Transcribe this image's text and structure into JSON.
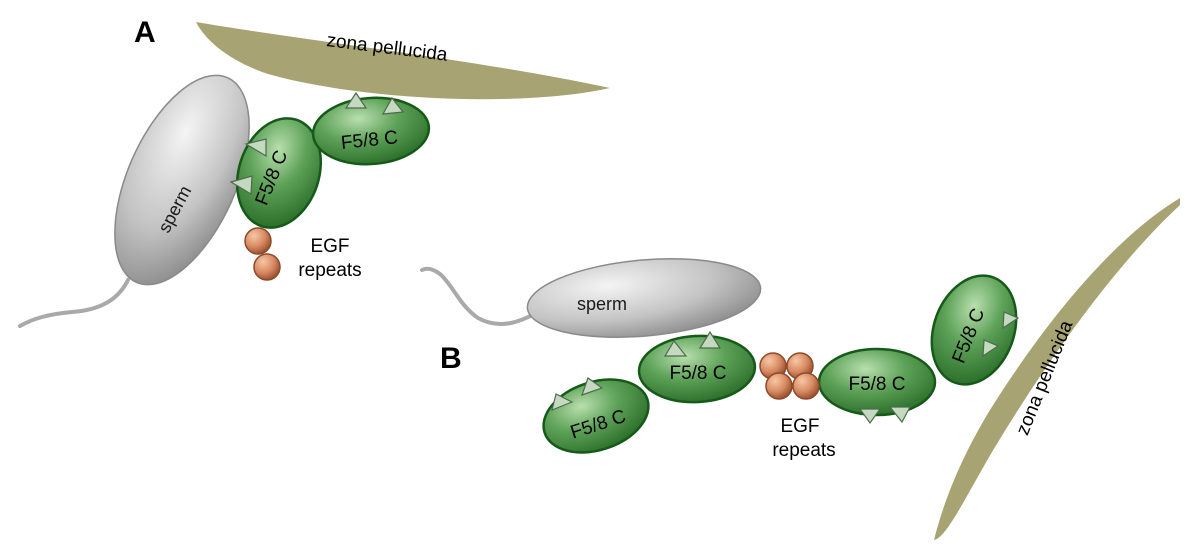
{
  "panels": [
    {
      "label": "A",
      "sperm": "sperm",
      "zona": "zona pellucida",
      "domains": [
        "F5/8 C",
        "F5/8 C"
      ],
      "egf": [
        "EGF",
        "repeats"
      ]
    },
    {
      "label": "B",
      "sperm": "sperm",
      "zona": "zona pellucida",
      "domains": [
        "F5/8 C",
        "F5/8 C",
        "F5/8 C",
        "F5/8 C"
      ],
      "egf": [
        "EGF",
        "repeats"
      ]
    }
  ],
  "colors": {
    "domain_fill": "#3f8f3c",
    "domain_stroke": "#155a18",
    "egf_fill": "#d5865e",
    "egf_stroke": "#8e4a2a",
    "sperm_fill": "#bfbfbf",
    "zona_fill": "#a8a372",
    "tail_stroke": "#a9a9a9"
  }
}
